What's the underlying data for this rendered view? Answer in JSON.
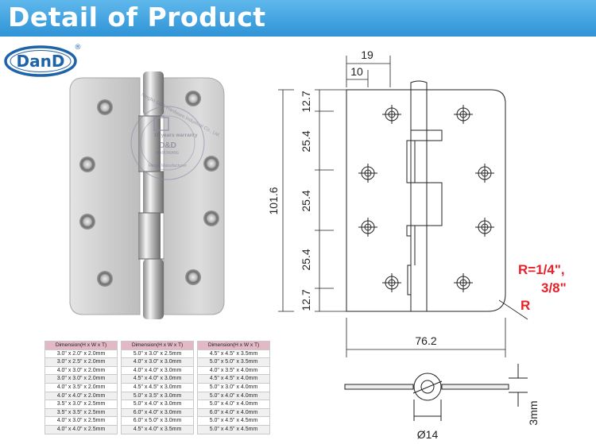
{
  "banner": {
    "title": "Detail of Product"
  },
  "logo": {
    "text": "DanD",
    "registered": "®"
  },
  "watermark": {
    "line1": "Ningbo D&D Hardware Industrial Co., Ltd",
    "line2": "10 years warranty",
    "line3": "D&D",
    "line4": "HARDWARE",
    "line5": "Hinge Manufacturer"
  },
  "drawing": {
    "dim_19": "19",
    "dim_10": "10",
    "dim_12_7_top": "12.7",
    "dim_25_4_a": "25.4",
    "dim_25_4_b": "25.4",
    "dim_25_4_c": "25.4",
    "dim_12_7_bottom": "12.7",
    "dim_101_6": "101.6",
    "dim_76_2": "76.2",
    "radius_line1": "R=1/4\",",
    "radius_line2": "3/8\"",
    "radius_label": "R",
    "dim_3mm": "3mm",
    "dim_d14": "Ø14"
  },
  "colors": {
    "banner": "#2f93d6",
    "radius_text": "#e8202a",
    "table_header": "#e3b9c6",
    "line": "#222222"
  },
  "table": {
    "headers": [
      "Dimension(H x W x T)",
      "Dimension(H x W x T)",
      "Dimension(H x W x T)"
    ],
    "rows": [
      [
        "3.0\" x 2.0\" x 2.0mm",
        "5.0\" x 3.0\" x 2.5mm",
        "4.5\" x 4.5\" x 3.5mm"
      ],
      [
        "3.0\" x 2.5\" x 2.0mm",
        "4.0\" x 3.0\" x 3.0mm",
        "5.0\" x 5.0\" x 3.5mm"
      ],
      [
        "4.0\" x 3.0\" x 2.0mm",
        "4.0\" x 4.0\" x 3.0mm",
        "4.0\" x 3.5\" x 4.0mm"
      ],
      [
        "3.0\" x 3.0\" x 2.0mm",
        "4.5\" x 4.0\" x 3.0mm",
        "4.5\" x 4.5\" x 4.0mm"
      ],
      [
        "4.0\" x 3.5\" x 2.0mm",
        "4.5\" x 4.5\" x 3.0mm",
        "5.0\" x 3.0\" x 4.0mm"
      ],
      [
        "4.0\" x 4.0\" x 2.0mm",
        "5.0\" x 3.5\" x 3.0mm",
        "5.0\" x 4.0\" x 4.0mm"
      ],
      [
        "3.5\" x 3.0\" x 2.5mm",
        "5.0\" x 4.0\" x 3.0mm",
        "5.0\" x 4.0\" x 4.0mm"
      ],
      [
        "3.5\" x 3.5\" x 2.5mm",
        "6.0\" x 4.0\" x 3.0mm",
        "6.0\" x 4.0\" x 4.0mm"
      ],
      [
        "4.0\" x 3.0\" x 2.5mm",
        "6.0\" x 5.0\" x 3.0mm",
        "5.0\" x 4.5\" x 4.5mm"
      ],
      [
        "4.0\" x 4.0\" x 2.5mm",
        "4.5\" x 4.0\" x 3.5mm",
        "5.0\" x 4.5\" x 4.5mm"
      ]
    ]
  }
}
